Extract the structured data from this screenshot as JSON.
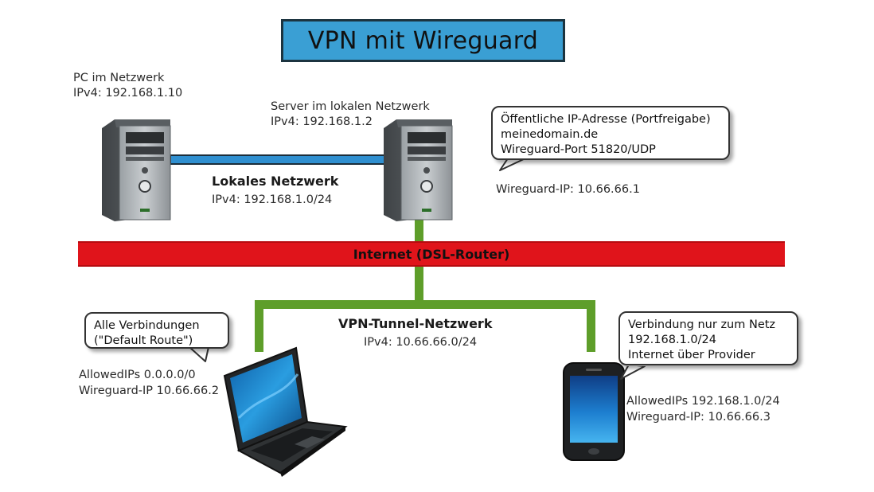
{
  "title": "VPN mit Wireguard",
  "pc": {
    "name": "PC im Netzwerk",
    "ip": "IPv4: 192.168.1.10"
  },
  "server": {
    "name": "Server im lokalen Netzwerk",
    "ip": "IPv4: 192.168.1.2",
    "wireguard_ip": "Wireguard-IP: 10.66.66.1"
  },
  "lan": {
    "title": "Lokales Netzwerk",
    "ip": "IPv4: 192.168.1.0/24"
  },
  "public_bubble": {
    "line1": "Öffentliche IP-Adresse (Portfreigabe)",
    "line2": "meinedomain.de",
    "line3": "Wireguard-Port 51820/UDP"
  },
  "internet": {
    "label": "Internet (DSL-Router)"
  },
  "vpn": {
    "title": "VPN-Tunnel-Netzwerk",
    "ip": "IPv4: 10.66.66.0/24"
  },
  "laptop": {
    "bubble_line1": "Alle Verbindungen",
    "bubble_line2": "(\"Default Route\")",
    "allowed": "AllowedIPs 0.0.0.0/0",
    "wireguard_ip": "Wireguard-IP 10.66.66.2"
  },
  "phone": {
    "bubble_line1": "Verbindung nur zum Netz",
    "bubble_line2": "192.168.1.0/24",
    "bubble_line3": "Internet über Provider",
    "allowed": "AllowedIPs 192.168.1.0/24",
    "wireguard_ip": "Wireguard-IP: 10.66.66.3"
  },
  "colors": {
    "title_bg": "#3a9fd4",
    "lan_line": "#2f8fd0",
    "internet_bar": "#e0141b",
    "vpn_line": "#5e9e2a"
  }
}
